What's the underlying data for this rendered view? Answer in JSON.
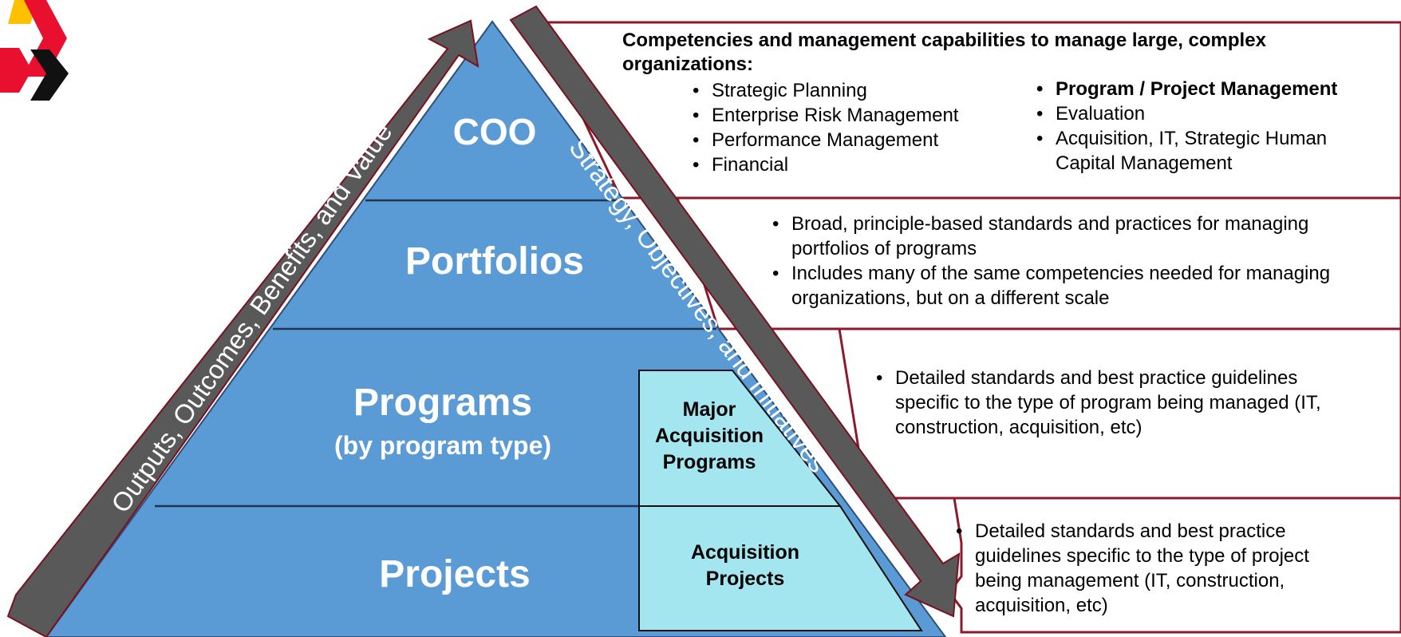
{
  "pyramid": {
    "levels": [
      {
        "label": "COO"
      },
      {
        "label": "Portfolios"
      },
      {
        "label": "Programs",
        "sublabel": "(by program type)"
      },
      {
        "label": "Projects"
      }
    ],
    "sub_boxes": [
      {
        "label": "Major Acquisition Programs"
      },
      {
        "label": "Acquisition Projects"
      }
    ],
    "up_arrow_label": "Outputs, Outcomes, Benefits, and Value",
    "down_arrow_label": "Strategy, Objectives, and Initiatives"
  },
  "callouts": {
    "coo": {
      "heading": "Competencies and management capabilities to manage large, complex organizations:",
      "left_items": [
        "Strategic Planning",
        "Enterprise Risk Management",
        "Performance Management",
        "Financial"
      ],
      "right_items": [
        "Program / Project Management",
        "Evaluation",
        "Acquisition, IT, Strategic Human Capital Management"
      ]
    },
    "portfolios": {
      "items": [
        "Broad, principle-based standards and practices for managing portfolios of programs",
        "Includes many of the same competencies needed for managing organizations, but on a different scale"
      ]
    },
    "programs": {
      "items": [
        "Detailed standards and best practice guidelines specific to the type of program being managed (IT, construction, acquisition, etc)"
      ]
    },
    "projects": {
      "items": [
        "Detailed standards and best practice guidelines specific to the type of project being management (IT, construction, acquisition, etc)"
      ]
    }
  },
  "colors": {
    "pyramid_blue": "#5b9bd5",
    "sub_box": "#a3e6f0",
    "arrow_gray": "#595959",
    "callout_border": "#8b1a2b",
    "logo_red": "#e8102e",
    "logo_yellow": "#ffc000"
  }
}
